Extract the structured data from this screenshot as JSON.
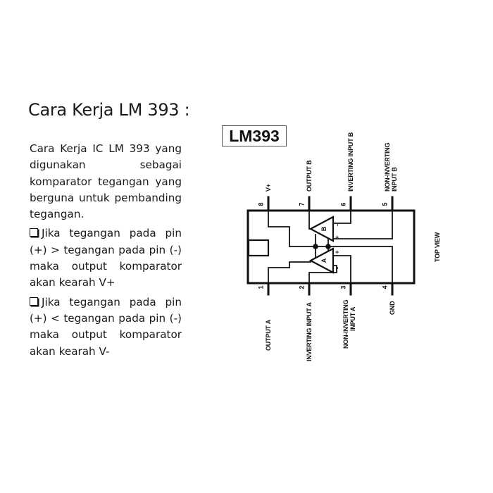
{
  "slide": {
    "title": "Cara Kerja LM 393 :",
    "paragraphs": [
      "Cara Kerja IC LM 393 yang digunakan sebagai komparator tegangan yang berguna untuk pembanding tegangan."
    ],
    "bullets": [
      "Jika tegangan pada pin (+) > tegangan pada pin (-) maka output komparator akan kearah V+",
      "Jika tegangan pada pin (+) < tegangan pada pin (-) maka output komparator akan kearah V-"
    ],
    "bullet_icon": "square-checkbox-icon"
  },
  "diagram": {
    "chip_name": "LM393",
    "view_label": "TOP VIEW",
    "top_pins": [
      {
        "number": "8",
        "label": "V+"
      },
      {
        "number": "7",
        "label": "OUTPUT B"
      },
      {
        "number": "6",
        "label": "INVERTING INPUT B"
      },
      {
        "number": "5",
        "label_line1": "NON-INVERTING",
        "label_line2": "INPUT B"
      }
    ],
    "bottom_pins": [
      {
        "number": "1",
        "label": "OUTPUT A"
      },
      {
        "number": "2",
        "label": "INVERTING INPUT A"
      },
      {
        "number": "3",
        "label_line1": "NON-INVERTING",
        "label_line2": "INPUT A"
      },
      {
        "number": "4",
        "label": "GND"
      }
    ],
    "comparators": [
      {
        "name": "B",
        "minus": "-",
        "plus": "+"
      },
      {
        "name": "A",
        "minus": "-",
        "plus": "+"
      }
    ],
    "line_color": "#111111"
  }
}
